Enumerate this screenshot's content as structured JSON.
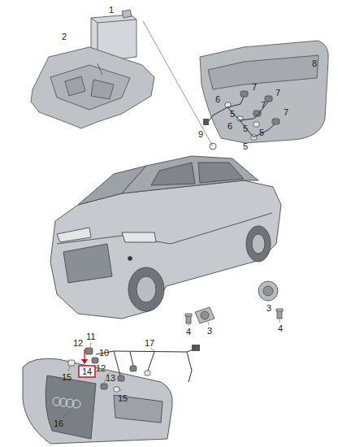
{
  "diagram": {
    "labels": [
      "1",
      "2",
      "8",
      "7",
      "7",
      "7",
      "7",
      "6",
      "5",
      "6",
      "5",
      "5",
      "5",
      "9",
      "3",
      "4",
      "3",
      "4",
      "11",
      "17",
      "12",
      "10",
      "12",
      "14",
      "13",
      "15",
      "15",
      "16"
    ]
  }
}
